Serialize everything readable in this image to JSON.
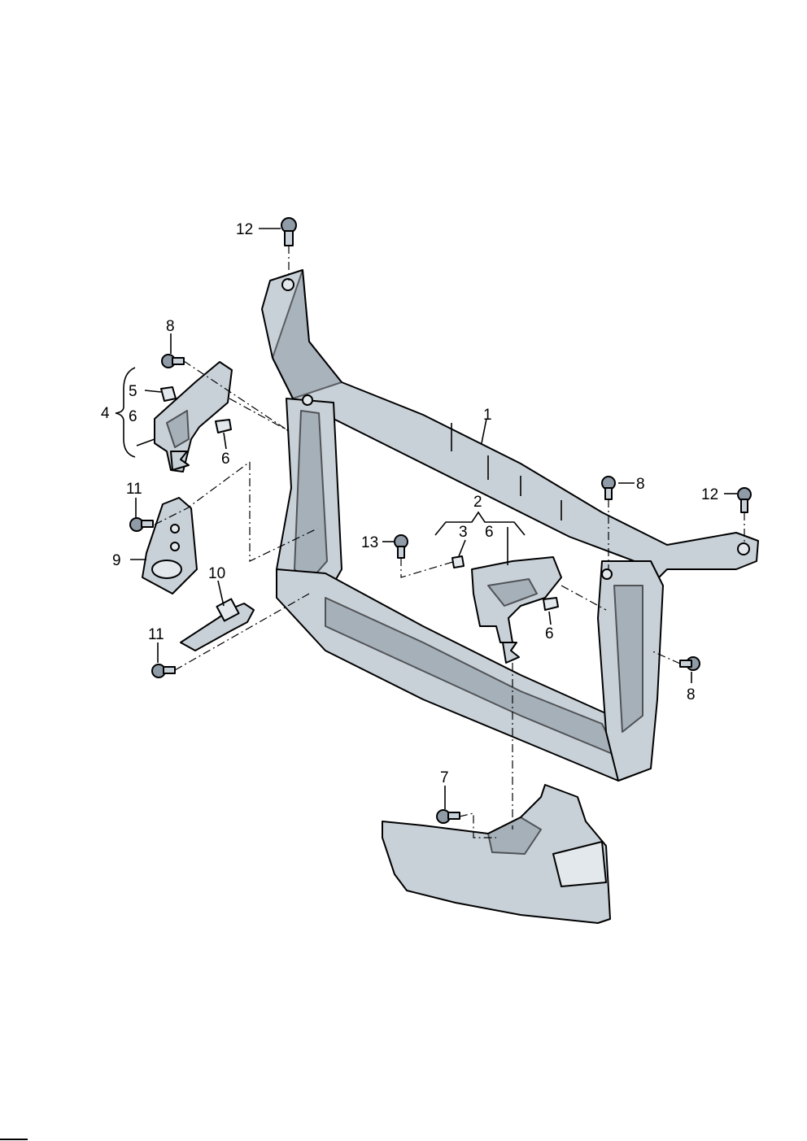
{
  "diagram": {
    "callouts": {
      "c1": "1",
      "c2": "2",
      "c3": "3",
      "c4": "4",
      "c5": "5",
      "c6a": "6",
      "c6b": "6",
      "c6c": "6",
      "c6d": "6",
      "c7": "7",
      "c8a": "8",
      "c8b": "8",
      "c8c": "8",
      "c9": "9",
      "c10": "10",
      "c11a": "11",
      "c11b": "11",
      "c12a": "12",
      "c12b": "12",
      "c13": "13"
    }
  }
}
